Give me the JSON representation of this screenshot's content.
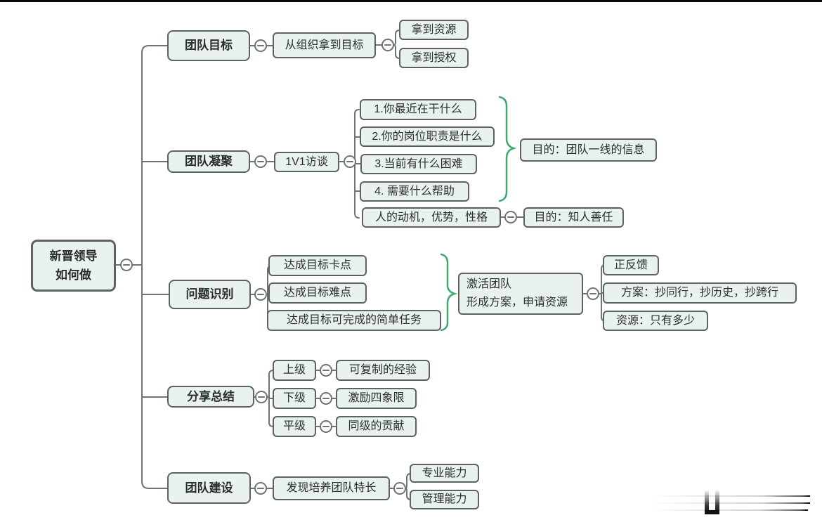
{
  "colors": {
    "background": "#ffffff",
    "top_bar": "#0a0a0a",
    "node_fill": "#e9f2ec",
    "node_border": "#5d6264",
    "line": "#6e7376",
    "brace": "#3fa96f",
    "text": "#2a2e30"
  },
  "icons": {
    "collapse_toggle": "⊖"
  },
  "mindmap": {
    "root": {
      "label": "新晋领导\n如何做"
    },
    "branches": [
      {
        "label": "团队目标",
        "children": [
          {
            "label": "从组织拿到目标",
            "children": [
              {
                "label": "拿到资源"
              },
              {
                "label": "拿到授权"
              }
            ]
          }
        ]
      },
      {
        "label": "团队凝聚",
        "children": [
          {
            "label": "1V1访谈",
            "children": [
              {
                "label": "1.你最近在干什么"
              },
              {
                "label": "2.你的岗位职责是什么"
              },
              {
                "label": "3.当前有什么困难"
              },
              {
                "label": "4. 需要什么帮助"
              },
              {
                "label": "人的动机，优势，性格",
                "children": [
                  {
                    "label": "目的：知人善任"
                  }
                ]
              }
            ],
            "brace_note": {
              "label": "目的：团队一线的信息"
            }
          }
        ]
      },
      {
        "label": "问题识别",
        "children": [
          {
            "label": "达成目标卡点"
          },
          {
            "label": "达成目标难点"
          },
          {
            "label": "达成目标可完成的简单任务"
          }
        ],
        "brace_note": {
          "label": "激活团队\n形成方案，申请资源",
          "children": [
            {
              "label": "正反馈"
            },
            {
              "label": "方案：抄同行，抄历史，抄跨行"
            },
            {
              "label": "资源：只有多少"
            }
          ]
        }
      },
      {
        "label": "分享总结",
        "children": [
          {
            "label": "上级",
            "children": [
              {
                "label": "可复制的经验"
              }
            ]
          },
          {
            "label": "下级",
            "children": [
              {
                "label": "激励四象限"
              }
            ]
          },
          {
            "label": "平级",
            "children": [
              {
                "label": "同级的贡献"
              }
            ]
          }
        ]
      },
      {
        "label": "团队建设",
        "children": [
          {
            "label": "发现培养团队特长",
            "children": [
              {
                "label": "专业能力"
              },
              {
                "label": "管理能力"
              }
            ]
          }
        ]
      }
    ]
  }
}
